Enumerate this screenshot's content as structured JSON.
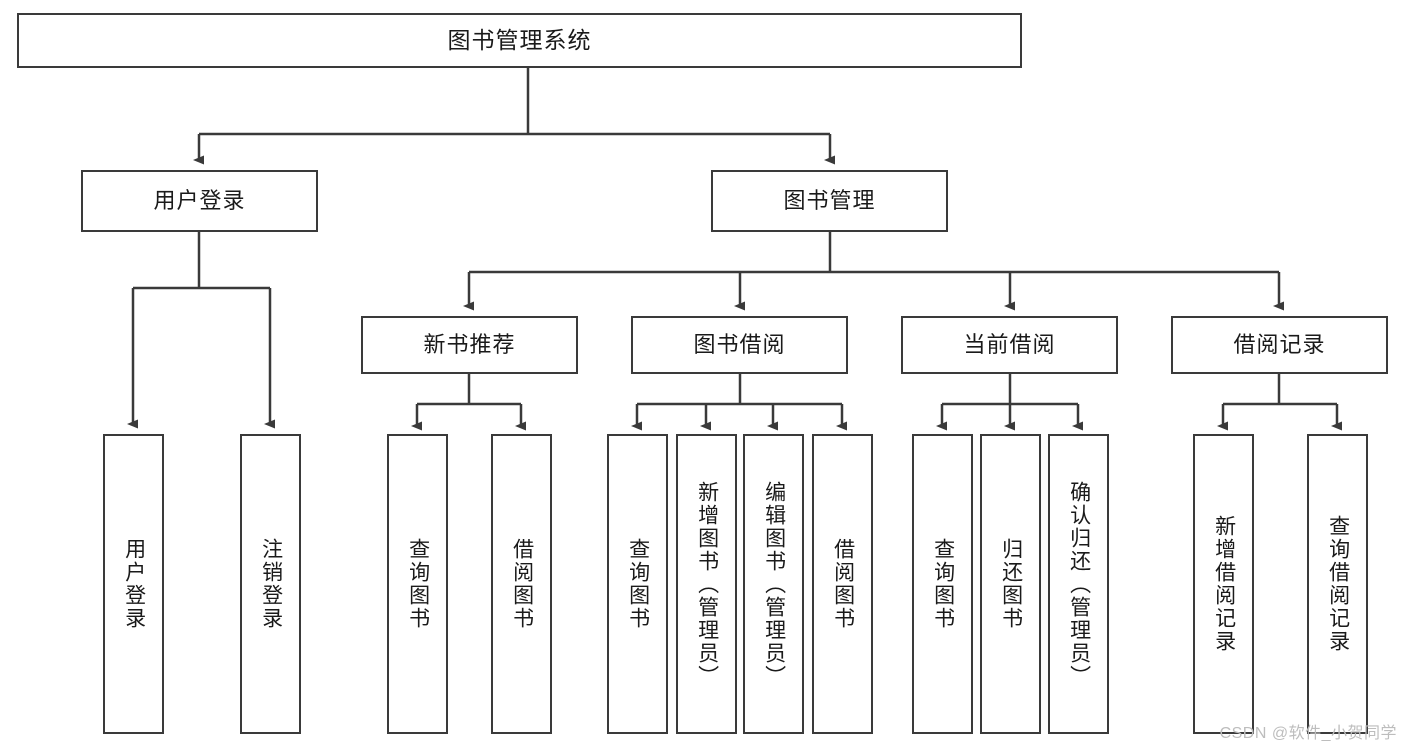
{
  "diagram": {
    "title": "图书管理系统",
    "style": {
      "box_border_color": "#3a3a3a",
      "box_fill_color": "#ffffff",
      "line_color": "#3a3a3a",
      "text_color": "#1a1a1a",
      "background": "#ffffff"
    },
    "levels": {
      "level1": [
        {
          "id": "root",
          "label": "图书管理系统"
        }
      ],
      "level2": [
        {
          "id": "user-login",
          "label": "用户登录"
        },
        {
          "id": "book-management",
          "label": "图书管理"
        }
      ],
      "level3": [
        {
          "id": "new-book-recommend",
          "label": "新书推荐"
        },
        {
          "id": "book-borrow",
          "label": "图书借阅"
        },
        {
          "id": "current-borrow",
          "label": "当前借阅"
        },
        {
          "id": "borrow-record",
          "label": "借阅记录"
        }
      ],
      "level4": [
        {
          "id": "leaf-user-login",
          "label": "用户登录",
          "parent": "user-login"
        },
        {
          "id": "leaf-logout-login",
          "label": "注销登录",
          "parent": "user-login"
        },
        {
          "id": "leaf-query-book-1",
          "label": "查询图书",
          "parent": "new-book-recommend"
        },
        {
          "id": "leaf-borrow-book-1",
          "label": "借阅图书",
          "parent": "new-book-recommend"
        },
        {
          "id": "leaf-query-book-2",
          "label": "查询图书",
          "parent": "book-borrow"
        },
        {
          "id": "leaf-add-book",
          "label": "新增图书（管理员）",
          "parent": "book-borrow"
        },
        {
          "id": "leaf-edit-book",
          "label": "编辑图书（管理员）",
          "parent": "book-borrow"
        },
        {
          "id": "leaf-borrow-book-2",
          "label": "借阅图书",
          "parent": "book-borrow"
        },
        {
          "id": "leaf-query-book-3",
          "label": "查询图书",
          "parent": "current-borrow"
        },
        {
          "id": "leaf-return-book",
          "label": "归还图书",
          "parent": "current-borrow"
        },
        {
          "id": "leaf-confirm-return",
          "label": "确认归还（管理员）",
          "parent": "current-borrow"
        },
        {
          "id": "leaf-add-record",
          "label": "新增借阅记录",
          "parent": "borrow-record"
        },
        {
          "id": "leaf-query-record",
          "label": "查询借阅记录",
          "parent": "borrow-record"
        }
      ]
    },
    "watermark": "CSDN @软件_小贺同学"
  }
}
